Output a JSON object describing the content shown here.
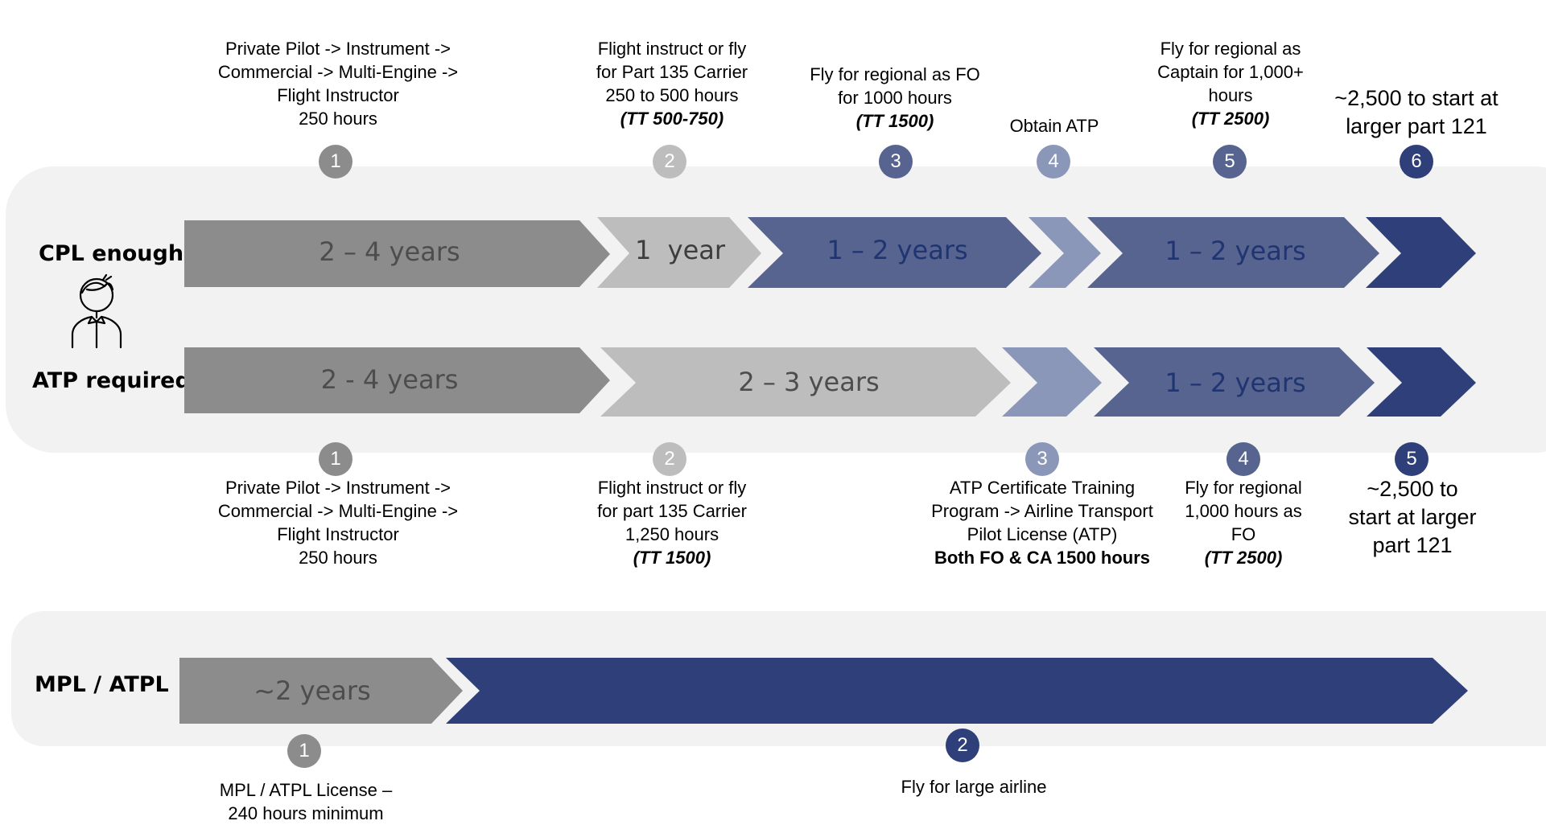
{
  "colors": {
    "gray_dark": "#8c8c8c",
    "gray_light": "#bdbdbd",
    "blue_pale": "#8b97b9",
    "blue_mid": "#56648f",
    "navy": "#2f3f79",
    "navy_text": "#1f3470",
    "panel": "#f2f2f2"
  },
  "rows": {
    "cpl": {
      "label": "CPL enough"
    },
    "atp": {
      "label": "ATP required"
    },
    "mpl": {
      "label": "MPL / ATPL"
    }
  },
  "cpl_segments": [
    {
      "text": "2 – 4 years",
      "color": "gray_dark"
    },
    {
      "text": "1  year",
      "color": "gray_light"
    },
    {
      "text": "1 – 2 years",
      "color": "blue_mid"
    },
    {
      "text": "",
      "color": "blue_pale"
    },
    {
      "text": "1 – 2 years",
      "color": "blue_mid"
    },
    {
      "text": "",
      "color": "navy"
    }
  ],
  "atp_segments": [
    {
      "text": "2 - 4 years",
      "color": "gray_dark"
    },
    {
      "text": "2 – 3 years",
      "color": "gray_light"
    },
    {
      "text": "",
      "color": "blue_pale"
    },
    {
      "text": "1 – 2 years",
      "color": "blue_mid"
    },
    {
      "text": "",
      "color": "navy"
    }
  ],
  "mpl_segments": [
    {
      "text": "~2 years",
      "color": "gray_dark"
    },
    {
      "text": "",
      "color": "navy"
    }
  ],
  "cpl_steps": [
    {
      "num": "1",
      "lines": [
        "Private Pilot -> Instrument ->",
        "Commercial -> Multi-Engine ->",
        "Flight Instructor",
        "250 hours"
      ]
    },
    {
      "num": "2",
      "lines": [
        "Flight instruct or fly",
        "for Part 135 Carrier",
        "250 to 500 hours"
      ],
      "tt": "(TT 500-750)"
    },
    {
      "num": "3",
      "lines": [
        "Fly for regional as FO",
        "for 1000 hours"
      ],
      "tt": "(TT 1500)"
    },
    {
      "num": "4",
      "lines": [
        "Obtain ATP"
      ]
    },
    {
      "num": "5",
      "lines": [
        "Fly for regional as",
        "Captain for 1,000+",
        "hours"
      ],
      "tt": "(TT 2500)"
    },
    {
      "num": "6",
      "lines": [
        "~2,500 to start at",
        "larger part 121"
      ]
    }
  ],
  "atp_steps": [
    {
      "num": "1",
      "lines": [
        "Private Pilot -> Instrument ->",
        "Commercial -> Multi-Engine ->",
        "Flight Instructor",
        "250 hours"
      ]
    },
    {
      "num": "2",
      "lines": [
        "Flight instruct or fly",
        "for part 135 Carrier",
        "1,250 hours"
      ],
      "tt": "(TT 1500)"
    },
    {
      "num": "3",
      "lines": [
        "ATP Certificate Training",
        "Program -> Airline Transport",
        "Pilot License (ATP)"
      ],
      "bold": "Both FO & CA 1500 hours"
    },
    {
      "num": "4",
      "lines": [
        "Fly for regional",
        "1,000 hours as",
        "FO"
      ],
      "tt": "(TT 2500)"
    },
    {
      "num": "5",
      "lines": [
        "~2,500 to",
        "start at larger",
        "part 121"
      ]
    }
  ],
  "mpl_steps": [
    {
      "num": "1",
      "lines": [
        "MPL / ATPL License –",
        "240 hours minimum"
      ]
    },
    {
      "num": "2",
      "lines": [
        "Fly for large airline"
      ]
    }
  ]
}
